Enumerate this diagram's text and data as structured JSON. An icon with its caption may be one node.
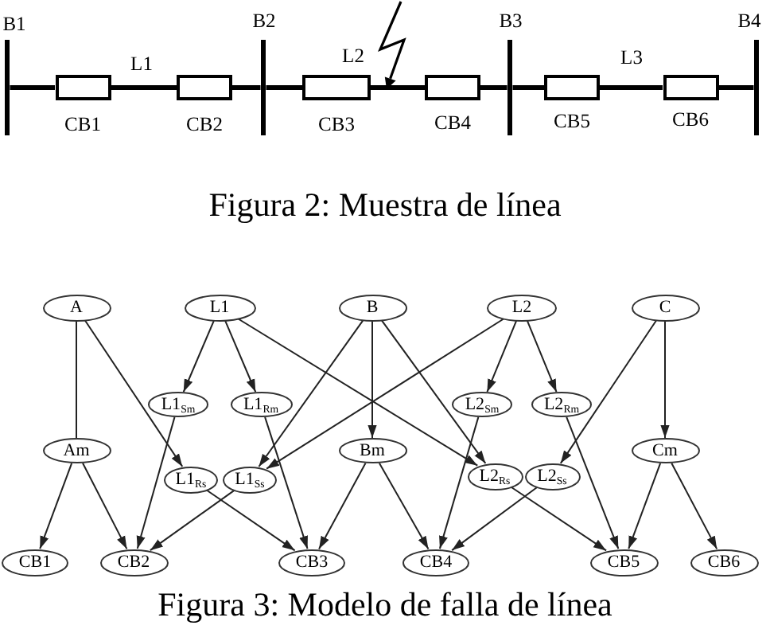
{
  "diagram": {
    "nodes": [
      {
        "text": [],
        "shape": "bar",
        "beside": [
          "B1"
        ]
      },
      {
        "text": [],
        "shape": "box",
        "beside": [
          "CB1"
        ]
      },
      {
        "text": [],
        "shape": "box",
        "beside": [
          "CB2"
        ]
      },
      {
        "text": [],
        "shape": "bar",
        "beside": [
          "B2"
        ]
      },
      {
        "text": [],
        "shape": "box",
        "beside": [
          "CB3"
        ]
      },
      {
        "text": [],
        "shape": "box",
        "beside": [
          "CB4"
        ]
      },
      {
        "text": [],
        "shape": "bar",
        "beside": [
          "B3"
        ]
      },
      {
        "text": [],
        "shape": "box",
        "beside": [
          "CB5"
        ]
      },
      {
        "text": [],
        "shape": "box",
        "beside": [
          "CB6"
        ]
      },
      {
        "text": [],
        "shape": "bar",
        "beside": [
          "B4"
        ]
      },
      {
        "text": [
          "A"
        ]
      },
      {
        "text": [
          "L1"
        ]
      },
      {
        "text": [
          "B"
        ]
      },
      {
        "text": [
          "L2"
        ]
      },
      {
        "text": [
          "C"
        ]
      },
      {
        "text": [
          "L1$_{Sm}$"
        ]
      },
      {
        "text": [
          "L1$_{Rm}$"
        ]
      },
      {
        "text": [
          "L2$_{Sm}$"
        ]
      },
      {
        "text": [
          "L2$_{Rm}$"
        ]
      },
      {
        "text": [
          "Am"
        ]
      },
      {
        "text": [
          "L1$_{Rs}$"
        ]
      },
      {
        "text": [
          "L1$_{Ss}$"
        ]
      },
      {
        "text": [
          "Bm"
        ]
      },
      {
        "text": [
          "L2$_{Rs}$"
        ]
      },
      {
        "text": [
          "L2$_{Ss}$"
        ]
      },
      {
        "text": [
          "Cm"
        ]
      },
      {
        "text": [
          "CB1"
        ]
      },
      {
        "text": [
          "CB2"
        ]
      },
      {
        "text": [
          "CB3"
        ]
      },
      {
        "text": [
          "CB4"
        ]
      },
      {
        "text": [
          "CB5"
        ]
      },
      {
        "text": [
          "CB6"
        ]
      }
    ],
    "edges": [
      {
        "from": 0,
        "to": 1,
        "arrow": "none",
        "style": "thick"
      },
      {
        "from": 1,
        "to": 2,
        "arrow": "none",
        "style": "thick",
        "label": "L1"
      },
      {
        "from": 2,
        "to": 3,
        "arrow": "none",
        "style": "thick"
      },
      {
        "from": 3,
        "to": 4,
        "arrow": "none",
        "style": "thick"
      },
      {
        "from": 4,
        "to": 5,
        "arrow": "none",
        "style": "thick",
        "label": "L2"
      },
      {
        "from": 5,
        "to": 6,
        "arrow": "none",
        "style": "thick"
      },
      {
        "from": 6,
        "to": 7,
        "arrow": "none",
        "style": "thick"
      },
      {
        "from": 7,
        "to": 8,
        "arrow": "none",
        "style": "thick",
        "label": "L3"
      },
      {
        "from": 8,
        "to": 9,
        "arrow": "none",
        "style": "thick"
      },
      {
        "from": 10,
        "to": 19,
        "arrow": "none"
      },
      {
        "from": 10,
        "to": 20,
        "arrow": "to"
      },
      {
        "from": 11,
        "to": 15,
        "arrow": "to"
      },
      {
        "from": 11,
        "to": 16,
        "arrow": "to"
      },
      {
        "from": 11,
        "to": 23,
        "arrow": "to"
      },
      {
        "from": 12,
        "to": 21,
        "arrow": "to"
      },
      {
        "from": 12,
        "to": 22,
        "arrow": "to"
      },
      {
        "from": 12,
        "to": 23,
        "arrow": "to"
      },
      {
        "from": 13,
        "to": 21,
        "arrow": "to"
      },
      {
        "from": 13,
        "to": 17,
        "arrow": "to"
      },
      {
        "from": 13,
        "to": 18,
        "arrow": "to"
      },
      {
        "from": 14,
        "to": 24,
        "arrow": "to"
      },
      {
        "from": 14,
        "to": 25,
        "arrow": "to"
      },
      {
        "from": 19,
        "to": 26,
        "arrow": "to"
      },
      {
        "from": 19,
        "to": 27,
        "arrow": "to"
      },
      {
        "from": 15,
        "to": 27,
        "arrow": "to"
      },
      {
        "from": 16,
        "to": 28,
        "arrow": "to"
      },
      {
        "from": 20,
        "to": 28,
        "arrow": "to"
      },
      {
        "from": 21,
        "to": 27,
        "arrow": "to"
      },
      {
        "from": 22,
        "to": 28,
        "arrow": "to"
      },
      {
        "from": 22,
        "to": 29,
        "arrow": "to"
      },
      {
        "from": 17,
        "to": 29,
        "arrow": "to"
      },
      {
        "from": 24,
        "to": 29,
        "arrow": "to"
      },
      {
        "from": 23,
        "to": 30,
        "arrow": "to"
      },
      {
        "from": 18,
        "to": 30,
        "arrow": "to"
      },
      {
        "from": 25,
        "to": 30,
        "arrow": "to"
      },
      {
        "from": 25,
        "to": 31,
        "arrow": "to"
      }
    ],
    "labels": [
      "Figura 2: Muestra de línea",
      "Figura 3: Modelo de falla de línea"
    ]
  }
}
